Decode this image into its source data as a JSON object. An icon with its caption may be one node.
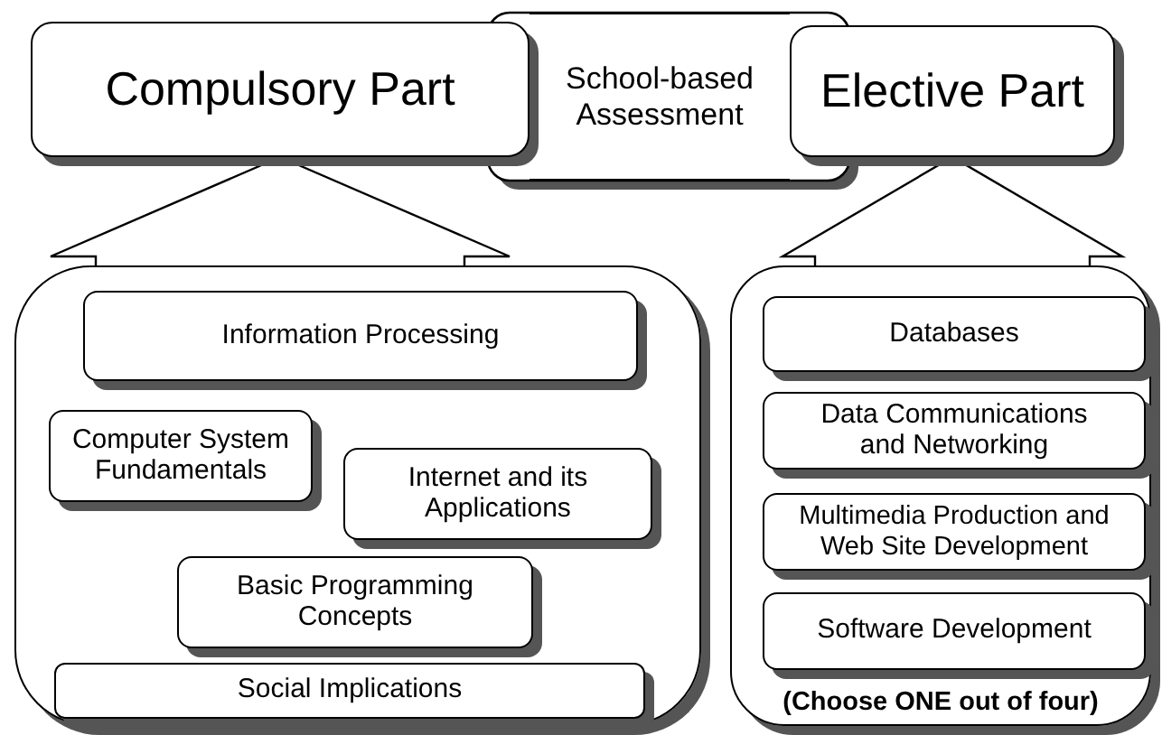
{
  "diagram": {
    "nodes": [
      {
        "text": [
          "Compulsory Part"
        ]
      },
      {
        "text": [
          "School-based Assessment"
        ]
      },
      {
        "text": [
          "Elective Part"
        ]
      },
      {
        "text": [],
        "shape": "box"
      },
      {
        "text": [
          "Information Processing"
        ],
        "in": 3
      },
      {
        "text": [
          "Computer System Fundamentals"
        ],
        "in": 3
      },
      {
        "text": [
          "Internet and its Applications"
        ],
        "in": 3
      },
      {
        "text": [
          "Basic Programming Concepts"
        ],
        "in": 3
      },
      {
        "text": [
          "Social Implications"
        ],
        "in": 3
      },
      {
        "text": [
          "(Choose ONE out of four)"
        ]
      },
      {
        "text": [
          "Databases"
        ],
        "in": 9
      },
      {
        "text": [
          "Data Communications and Networking"
        ],
        "in": 9
      },
      {
        "text": [
          "Multimedia Production and Web Site Development"
        ],
        "in": 9
      },
      {
        "text": [
          "Software Development"
        ],
        "in": 9
      }
    ],
    "edges": [
      {
        "from": 3,
        "to": 0,
        "arrow": "to"
      },
      {
        "from": 9,
        "to": 2,
        "arrow": "to"
      }
    ]
  }
}
